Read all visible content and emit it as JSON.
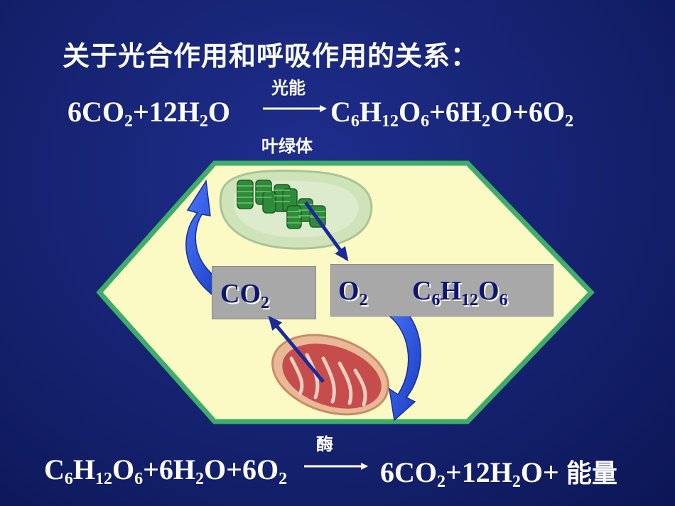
{
  "title": "关于光合作用和呼吸作用的关系：",
  "photosynthesis": {
    "condition_top": "光能",
    "condition_bottom": "叶绿体"
  },
  "respiration": {
    "condition_top": "酶",
    "energy": "能量"
  },
  "diagram": {
    "left_box": "CO2",
    "right_box": "O2 C6H12O6"
  },
  "colors": {
    "background": "#15226f",
    "hexagon_fill": "#fbf9c4",
    "hexagon_border": "#3fad6a",
    "box_fill": "#a8a8a8",
    "arrow": "#1a2a9a",
    "curve_arrow": "#2c55e0"
  }
}
